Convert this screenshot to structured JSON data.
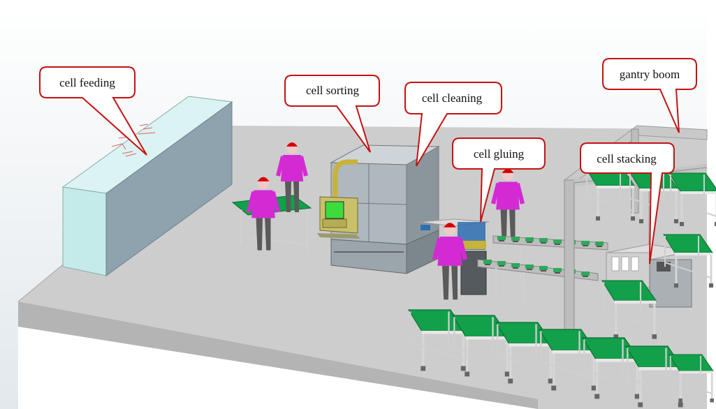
{
  "callouts": {
    "feeding": "cell feeding",
    "sorting": "cell sorting",
    "cleaning": "cell cleaning",
    "gluing": "cell gluing",
    "stacking": "cell stacking",
    "gantry": "gantry boom"
  },
  "colors": {
    "sky": "#e6ebee",
    "floor_top": "#cdcdcd",
    "floor_side": "#b4b4b4",
    "callout_border": "#c41212",
    "worker_shirt": "#d42ad4",
    "helmet": "#d40000",
    "table_top": "#12a04a",
    "screen": "#3ddc3d",
    "feeder_box": "#c5eaea",
    "frame": "#bdbdbd"
  }
}
